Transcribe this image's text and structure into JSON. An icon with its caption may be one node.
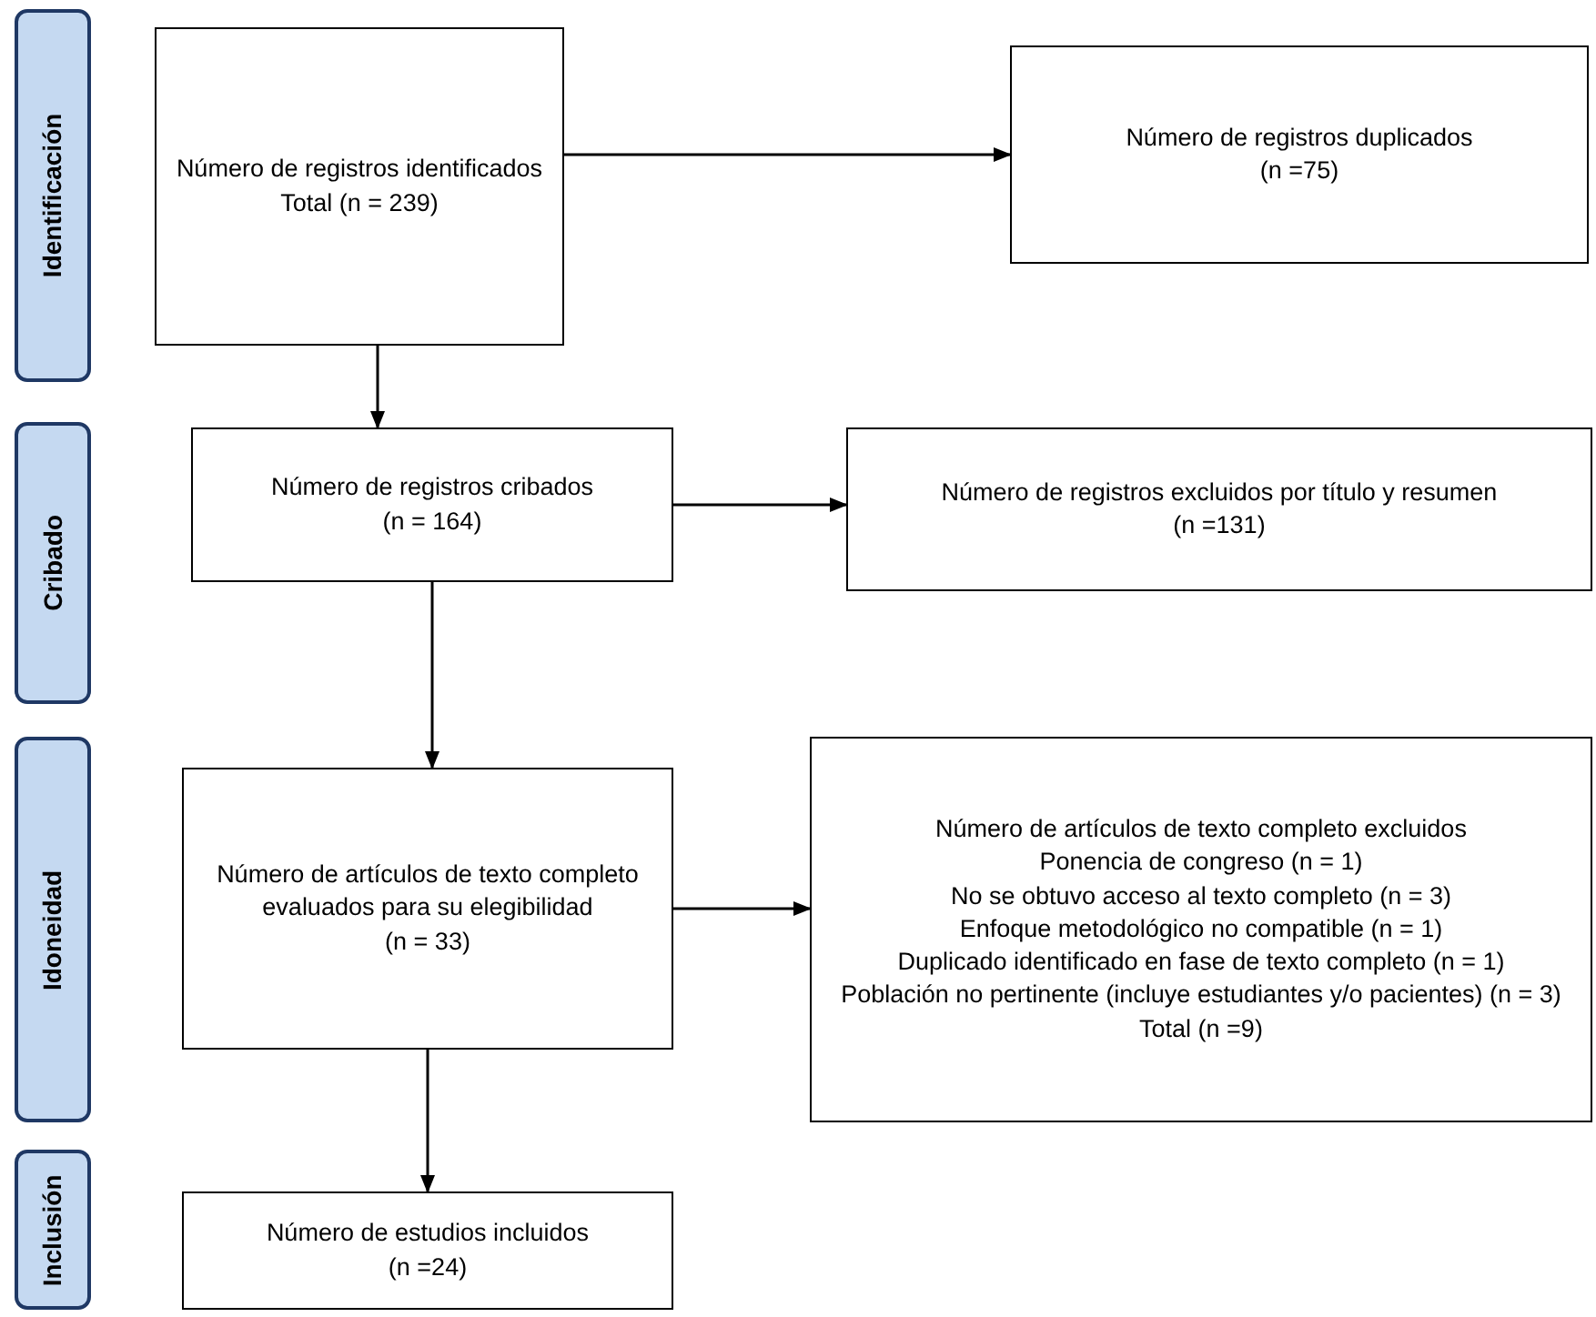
{
  "diagram": {
    "nodes": [
      {
        "text": [
          "Identificación"
        ]
      },
      {
        "text": [
          "Número de registros identificados",
          "Total (n = 239)"
        ]
      },
      {
        "text": [
          "Número de registros duplicados",
          "(n =75)"
        ]
      },
      {
        "text": [
          "Cribado"
        ]
      },
      {
        "text": [
          "Número de registros cribados",
          "(n = 164)"
        ]
      },
      {
        "text": [
          "Número de registros excluidos por título y resumen",
          "(n =131)"
        ]
      },
      {
        "text": [
          "Idoneidad"
        ]
      },
      {
        "text": [
          "Número de artículos de texto completo evaluados para su elegibilidad",
          "(n = 33)"
        ]
      },
      {
        "text": [
          "Número de artículos de texto completo excluidos",
          "Ponencia de congreso (n = 1)",
          "No se obtuvo acceso al texto completo (n = 3)",
          "Enfoque metodológico no compatible (n = 1)",
          "Duplicado identificado en fase de texto completo (n = 1)",
          "Población no pertinente (incluye estudiantes y/o pacientes) (n = 3)",
          "Total (n =9)"
        ]
      },
      {
        "text": [
          "Inclusión"
        ]
      },
      {
        "text": [
          "Número de estudios incluidos",
          "(n =24)"
        ]
      }
    ],
    "edges": [
      {
        "from": 1,
        "to": 2,
        "arrow": "to"
      },
      {
        "from": 1,
        "to": 4,
        "arrow": "to"
      },
      {
        "from": 4,
        "to": 5,
        "arrow": "to"
      },
      {
        "from": 4,
        "to": 7,
        "arrow": "to"
      },
      {
        "from": 7,
        "to": 8,
        "arrow": "to"
      },
      {
        "from": 7,
        "to": 10,
        "arrow": "to"
      }
    ]
  }
}
